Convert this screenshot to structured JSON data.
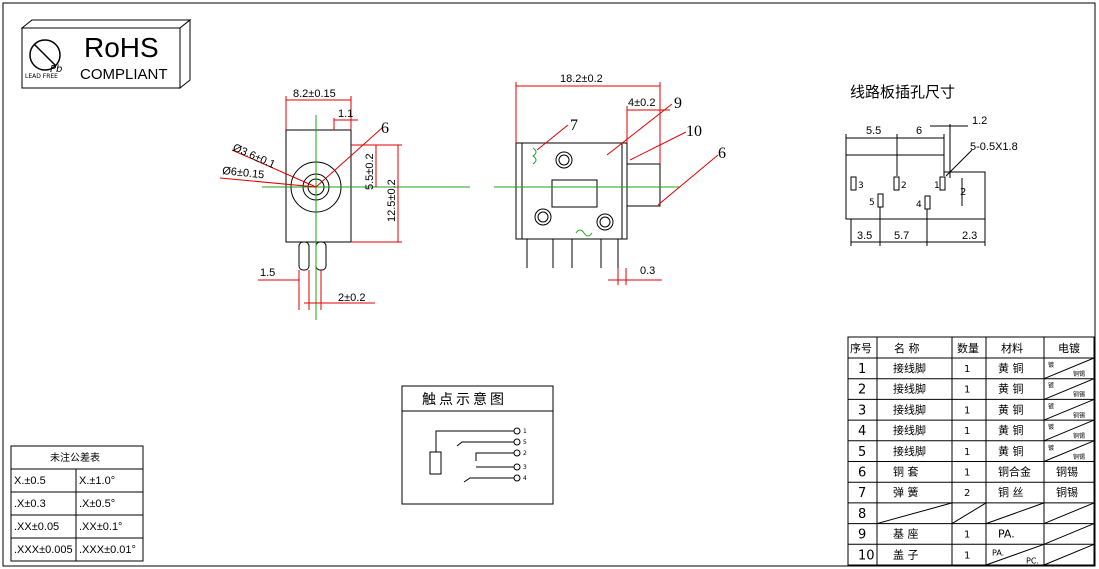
{
  "rohs": {
    "title": "RoHS",
    "subtitle": "COMPLIANT",
    "logo_caption": "LEAD FREE",
    "logo_mark": "Pb"
  },
  "side_view": {
    "width": "8.2±0.15",
    "tab": "1.1",
    "hole_inner": "Ø3.6±0.1",
    "hole_outer": "Ø6±0.15",
    "callout": "6",
    "v_small": "5.5±0.2",
    "v_large": "12.5±0.2",
    "pin_left": "1.5",
    "pin_pitch": "2±0.2"
  },
  "front_view": {
    "length": "18.2±0.2",
    "right_tab": "4±0.2",
    "pin_gap": "0.3",
    "callouts": [
      "7",
      "9",
      "10",
      "6"
    ]
  },
  "pcb": {
    "title": "线路板插孔尺寸",
    "dims_top": [
      "5.5",
      "6",
      "1.2"
    ],
    "slot": "5-0.5X1.8",
    "dims_bottom": [
      "3.5",
      "5.7",
      "2.3"
    ],
    "pins": [
      "3",
      "5",
      "2",
      "4",
      "1"
    ],
    "right_dim": "2"
  },
  "contact": {
    "title": "触点示意图",
    "pins": [
      "1",
      "5",
      "2",
      "3",
      "4"
    ]
  },
  "tolerance": {
    "title": "未注公差表",
    "rows": [
      [
        "X.±0.5",
        "X.±1.0°"
      ],
      [
        ".X±0.3",
        ".X±0.5°"
      ],
      [
        ".XX±0.05",
        ".XX±0.1°"
      ],
      [
        ".XXX±0.005",
        ".XXX±0.01°"
      ]
    ]
  },
  "bom": {
    "headers": [
      "序号",
      "名  称",
      "数量",
      "材料",
      "电镀"
    ],
    "rows": [
      {
        "no": "1",
        "name": "接线脚",
        "qty": "1",
        "mat": "黄  铜",
        "plating_a": "镀",
        "plating_b": "铜锡"
      },
      {
        "no": "2",
        "name": "接线脚",
        "qty": "1",
        "mat": "黄  铜",
        "plating_a": "镀",
        "plating_b": "铜锡"
      },
      {
        "no": "3",
        "name": "接线脚",
        "qty": "1",
        "mat": "黄  铜",
        "plating_a": "镀",
        "plating_b": "铜锡"
      },
      {
        "no": "4",
        "name": "接线脚",
        "qty": "1",
        "mat": "黄  铜",
        "plating_a": "镀",
        "plating_b": "铜锡"
      },
      {
        "no": "5",
        "name": "接线脚",
        "qty": "1",
        "mat": "黄  铜",
        "plating_a": "镀",
        "plating_b": "铜锡"
      },
      {
        "no": "6",
        "name": "铜  套",
        "qty": "1",
        "mat": "铜合金",
        "plating": "铜锡"
      },
      {
        "no": "7",
        "name": "弹  簧",
        "qty": "2",
        "mat": "铜  丝",
        "plating": "铜锡"
      },
      {
        "no": "8",
        "name": "",
        "qty": "",
        "mat": "",
        "plating": ""
      },
      {
        "no": "9",
        "name": "基  座",
        "qty": "1",
        "mat": "PA.",
        "plating": ""
      },
      {
        "no": "10",
        "name": "盖  子",
        "qty": "1",
        "mat_a": "PA.",
        "mat_b": "PC.",
        "plating": ""
      }
    ]
  },
  "colors": {
    "dimension": "#e00000",
    "centerline": "#18a318",
    "outline": "#000000"
  }
}
